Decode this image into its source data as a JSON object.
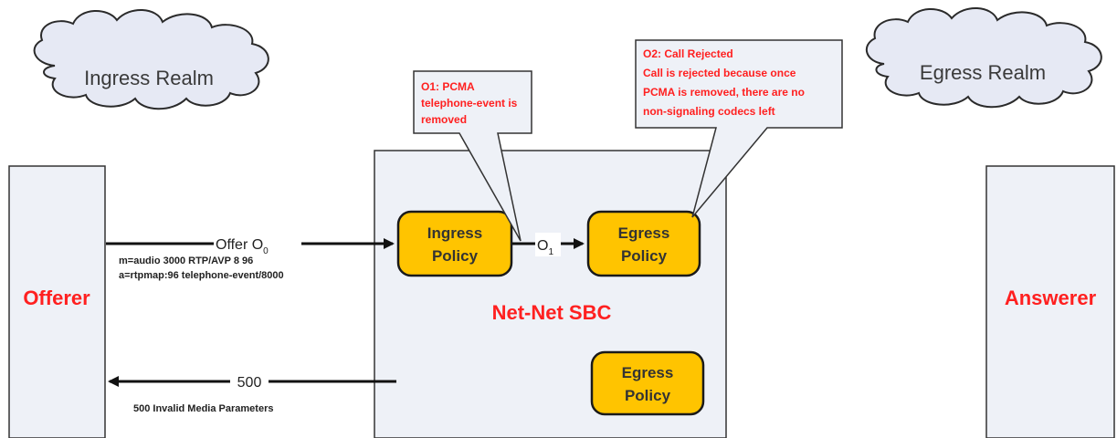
{
  "clouds": {
    "ingress": "Ingress Realm",
    "egress": "Egress Realm"
  },
  "actors": {
    "offerer": "Offerer",
    "answerer": "Answerer"
  },
  "sbc": {
    "label": "Net-Net SBC",
    "ingress_policy": [
      "Ingress",
      "Policy"
    ],
    "egress_policy_top": [
      "Egress",
      "Policy"
    ],
    "egress_policy_bottom": [
      "Egress",
      "Policy"
    ]
  },
  "callouts": {
    "o1": [
      "O1: PCMA",
      "telephone-event is",
      "removed"
    ],
    "o2": [
      "O2: Call Rejected",
      "Call is rejected because once",
      "PCMA is removed, there are no",
      "non-signaling codecs left"
    ]
  },
  "messages": {
    "offer_label": "Offer O",
    "offer_sub": "0",
    "o1_label": "O",
    "o1_sub": "1",
    "offer_details": [
      "m=audio 3000 RTP/AVP 8 96",
      "a=rtpmap:96 telephone-event/8000"
    ],
    "reject_label": "500",
    "reject_detail": "500 Invalid Media Parameters"
  },
  "colors": {
    "box_fill": "#eef1f7",
    "policy_fill": "#ffc400",
    "accent_red": "#ff2020"
  }
}
